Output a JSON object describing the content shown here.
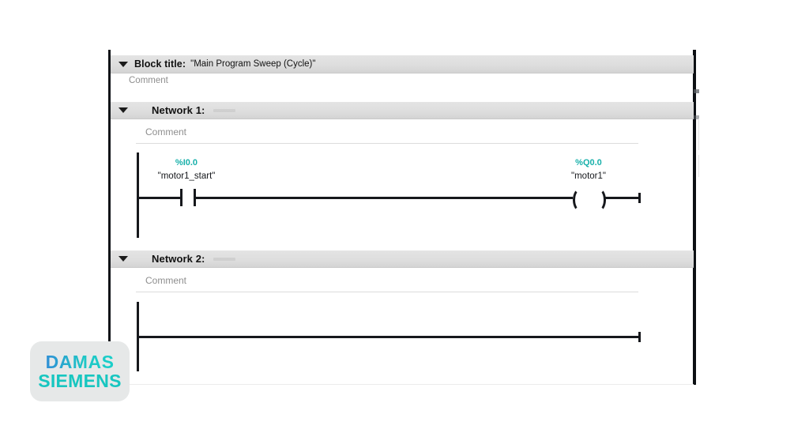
{
  "editor": {
    "block": {
      "title_label": "Block title:",
      "title_value": "\"Main Program Sweep (Cycle)\"",
      "comment": "Comment"
    },
    "networks": [
      {
        "label": "Network 1:",
        "title": "",
        "comment": "Comment",
        "elements": [
          {
            "kind": "contact-no",
            "address": "%I0.0",
            "tag": "\"motor1_start\""
          },
          {
            "kind": "coil",
            "address": "%Q0.0",
            "tag": "\"motor1\""
          }
        ]
      },
      {
        "label": "Network 2:",
        "title": "",
        "comment": "Comment",
        "elements": []
      }
    ]
  },
  "watermark": {
    "line1": "DAMAS",
    "line2": "SIEMENS"
  },
  "colors": {
    "address_teal": "#18b0aa",
    "logo_cyan": "#17c6c0",
    "band_gray": "#dedede",
    "ladder_black": "#16181c"
  }
}
